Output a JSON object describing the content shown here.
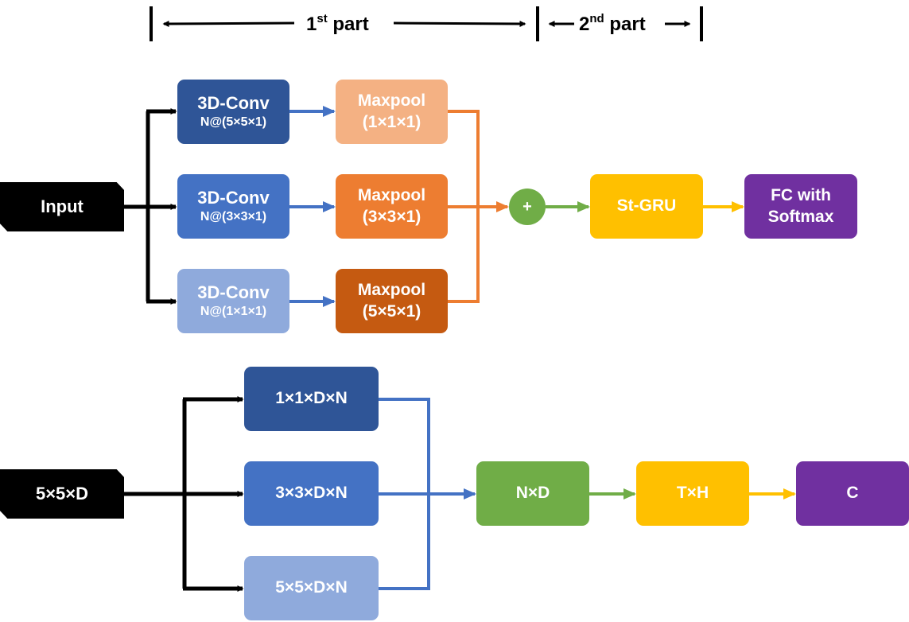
{
  "header": {
    "part1_num": "1",
    "part1_sup": "st",
    "part1_word": "part",
    "part2_num": "2",
    "part2_sup": "nd",
    "part2_word": "part"
  },
  "top": {
    "input": "Input",
    "conv": [
      {
        "line1": "3D-Conv",
        "line2": "N@(5×5×1)"
      },
      {
        "line1": "3D-Conv",
        "line2": "N@(3×3×1)"
      },
      {
        "line1": "3D-Conv",
        "line2": "N@(1×1×1)"
      }
    ],
    "pool": [
      {
        "line1": "Maxpool",
        "line2": "(1×1×1)"
      },
      {
        "line1": "Maxpool",
        "line2": "(3×3×1)"
      },
      {
        "line1": "Maxpool",
        "line2": "(5×5×1)"
      }
    ],
    "plus": "+",
    "gru": "St-GRU",
    "fc_line1": "FC with",
    "fc_line2": "Softmax"
  },
  "bottom": {
    "input": "5×5×D",
    "branches": [
      "1×1×D×N",
      "3×3×D×N",
      "5×5×D×N"
    ],
    "nd": "N×D",
    "th": "T×H",
    "c": "C"
  },
  "colors": {
    "dark_blue": "#2f5597",
    "mid_blue": "#4472c4",
    "light_blue": "#8faadc",
    "orange_light": "#f4b183",
    "orange": "#ed7d31",
    "orange_dark": "#c55a11",
    "green": "#70ad47",
    "yellow": "#ffc000",
    "purple": "#7030a0"
  }
}
